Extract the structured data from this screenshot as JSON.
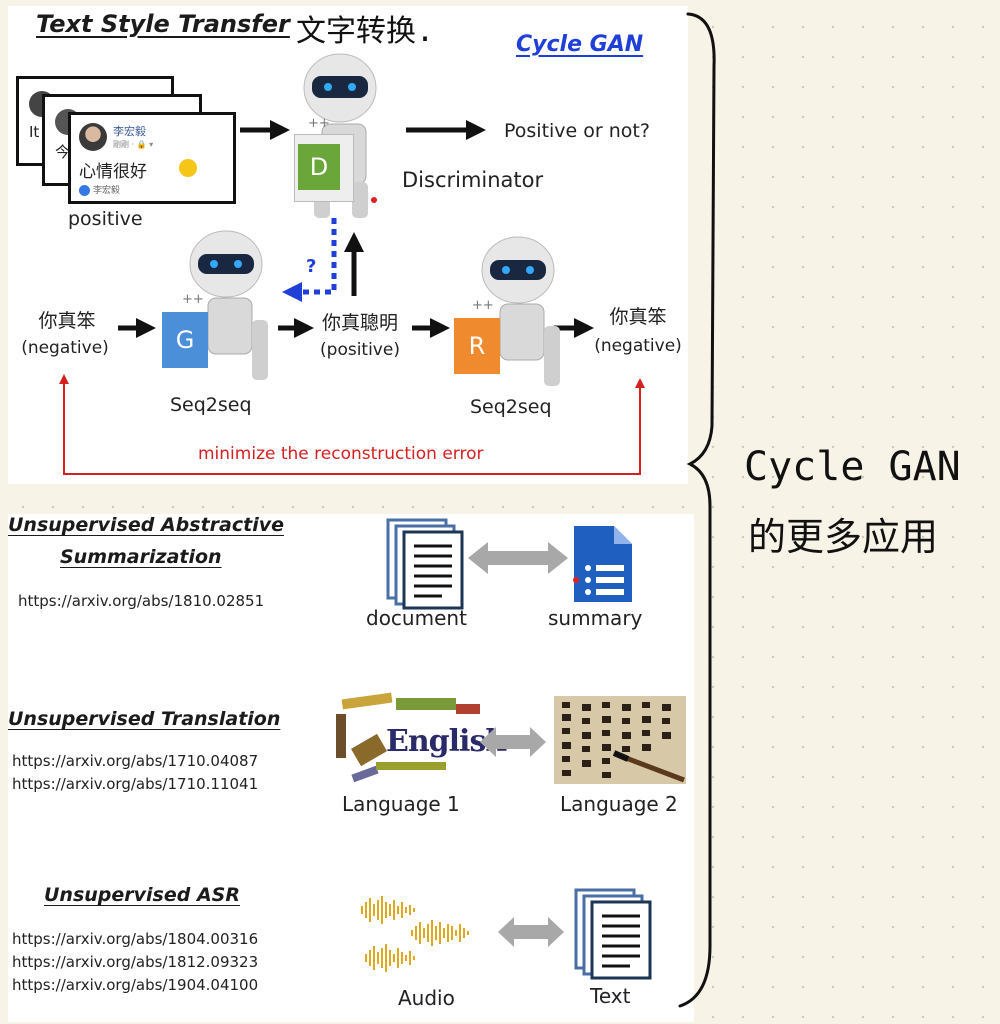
{
  "slide1": {
    "title": "Text Style Transfer",
    "subtitle": "Cycle GAN",
    "post": {
      "name": "李宏毅",
      "meta": "剛剛 · 🔒 ▾",
      "text": "心情很好",
      "like_name": "李宏毅",
      "back_text_1": "It",
      "back_text_2": "今"
    },
    "positive_label": "positive",
    "d_letter": "D",
    "g_letter": "G",
    "r_letter": "R",
    "plus_label": "++",
    "positive_or_not": "Positive or not?",
    "discriminator": "Discriminator",
    "question": "?",
    "input_text": "你真笨",
    "input_tag": "(negative)",
    "mid_text": "你真聰明",
    "mid_tag": "(positive)",
    "output_text": "你真笨",
    "output_tag": "(negative)",
    "seq2seq_1": "Seq2seq",
    "seq2seq_2": "Seq2seq",
    "reconstruction": "minimize the reconstruction error"
  },
  "slide2": {
    "summ_title_1": "Unsupervised Abstractive",
    "summ_title_2": "Summarization",
    "summ_url": "https://arxiv.org/abs/1810.02851",
    "document_label": "document",
    "summary_label": "summary",
    "trans_title": "Unsupervised Translation",
    "trans_urls": [
      "https://arxiv.org/abs/1710.04087",
      "https://arxiv.org/abs/1710.11041"
    ],
    "english_word": "English",
    "lang1": "Language 1",
    "lang2": "Language 2",
    "asr_title": "Unsupervised ASR",
    "asr_urls": [
      "https://arxiv.org/abs/1804.00316",
      "https://arxiv.org/abs/1812.09323",
      "https://arxiv.org/abs/1904.04100"
    ],
    "audio_label": "Audio",
    "text_label": "Text"
  },
  "notes": {
    "top_note": "文字转换.",
    "side_line1": "Cycle GAN",
    "side_line2": "的更多应用"
  },
  "colors": {
    "accent_red": "#d62020",
    "title_blue": "#1f3fd8",
    "d_green": "#6aa63a",
    "g_blue": "#4a8fd8",
    "r_orange": "#f08a2e"
  }
}
